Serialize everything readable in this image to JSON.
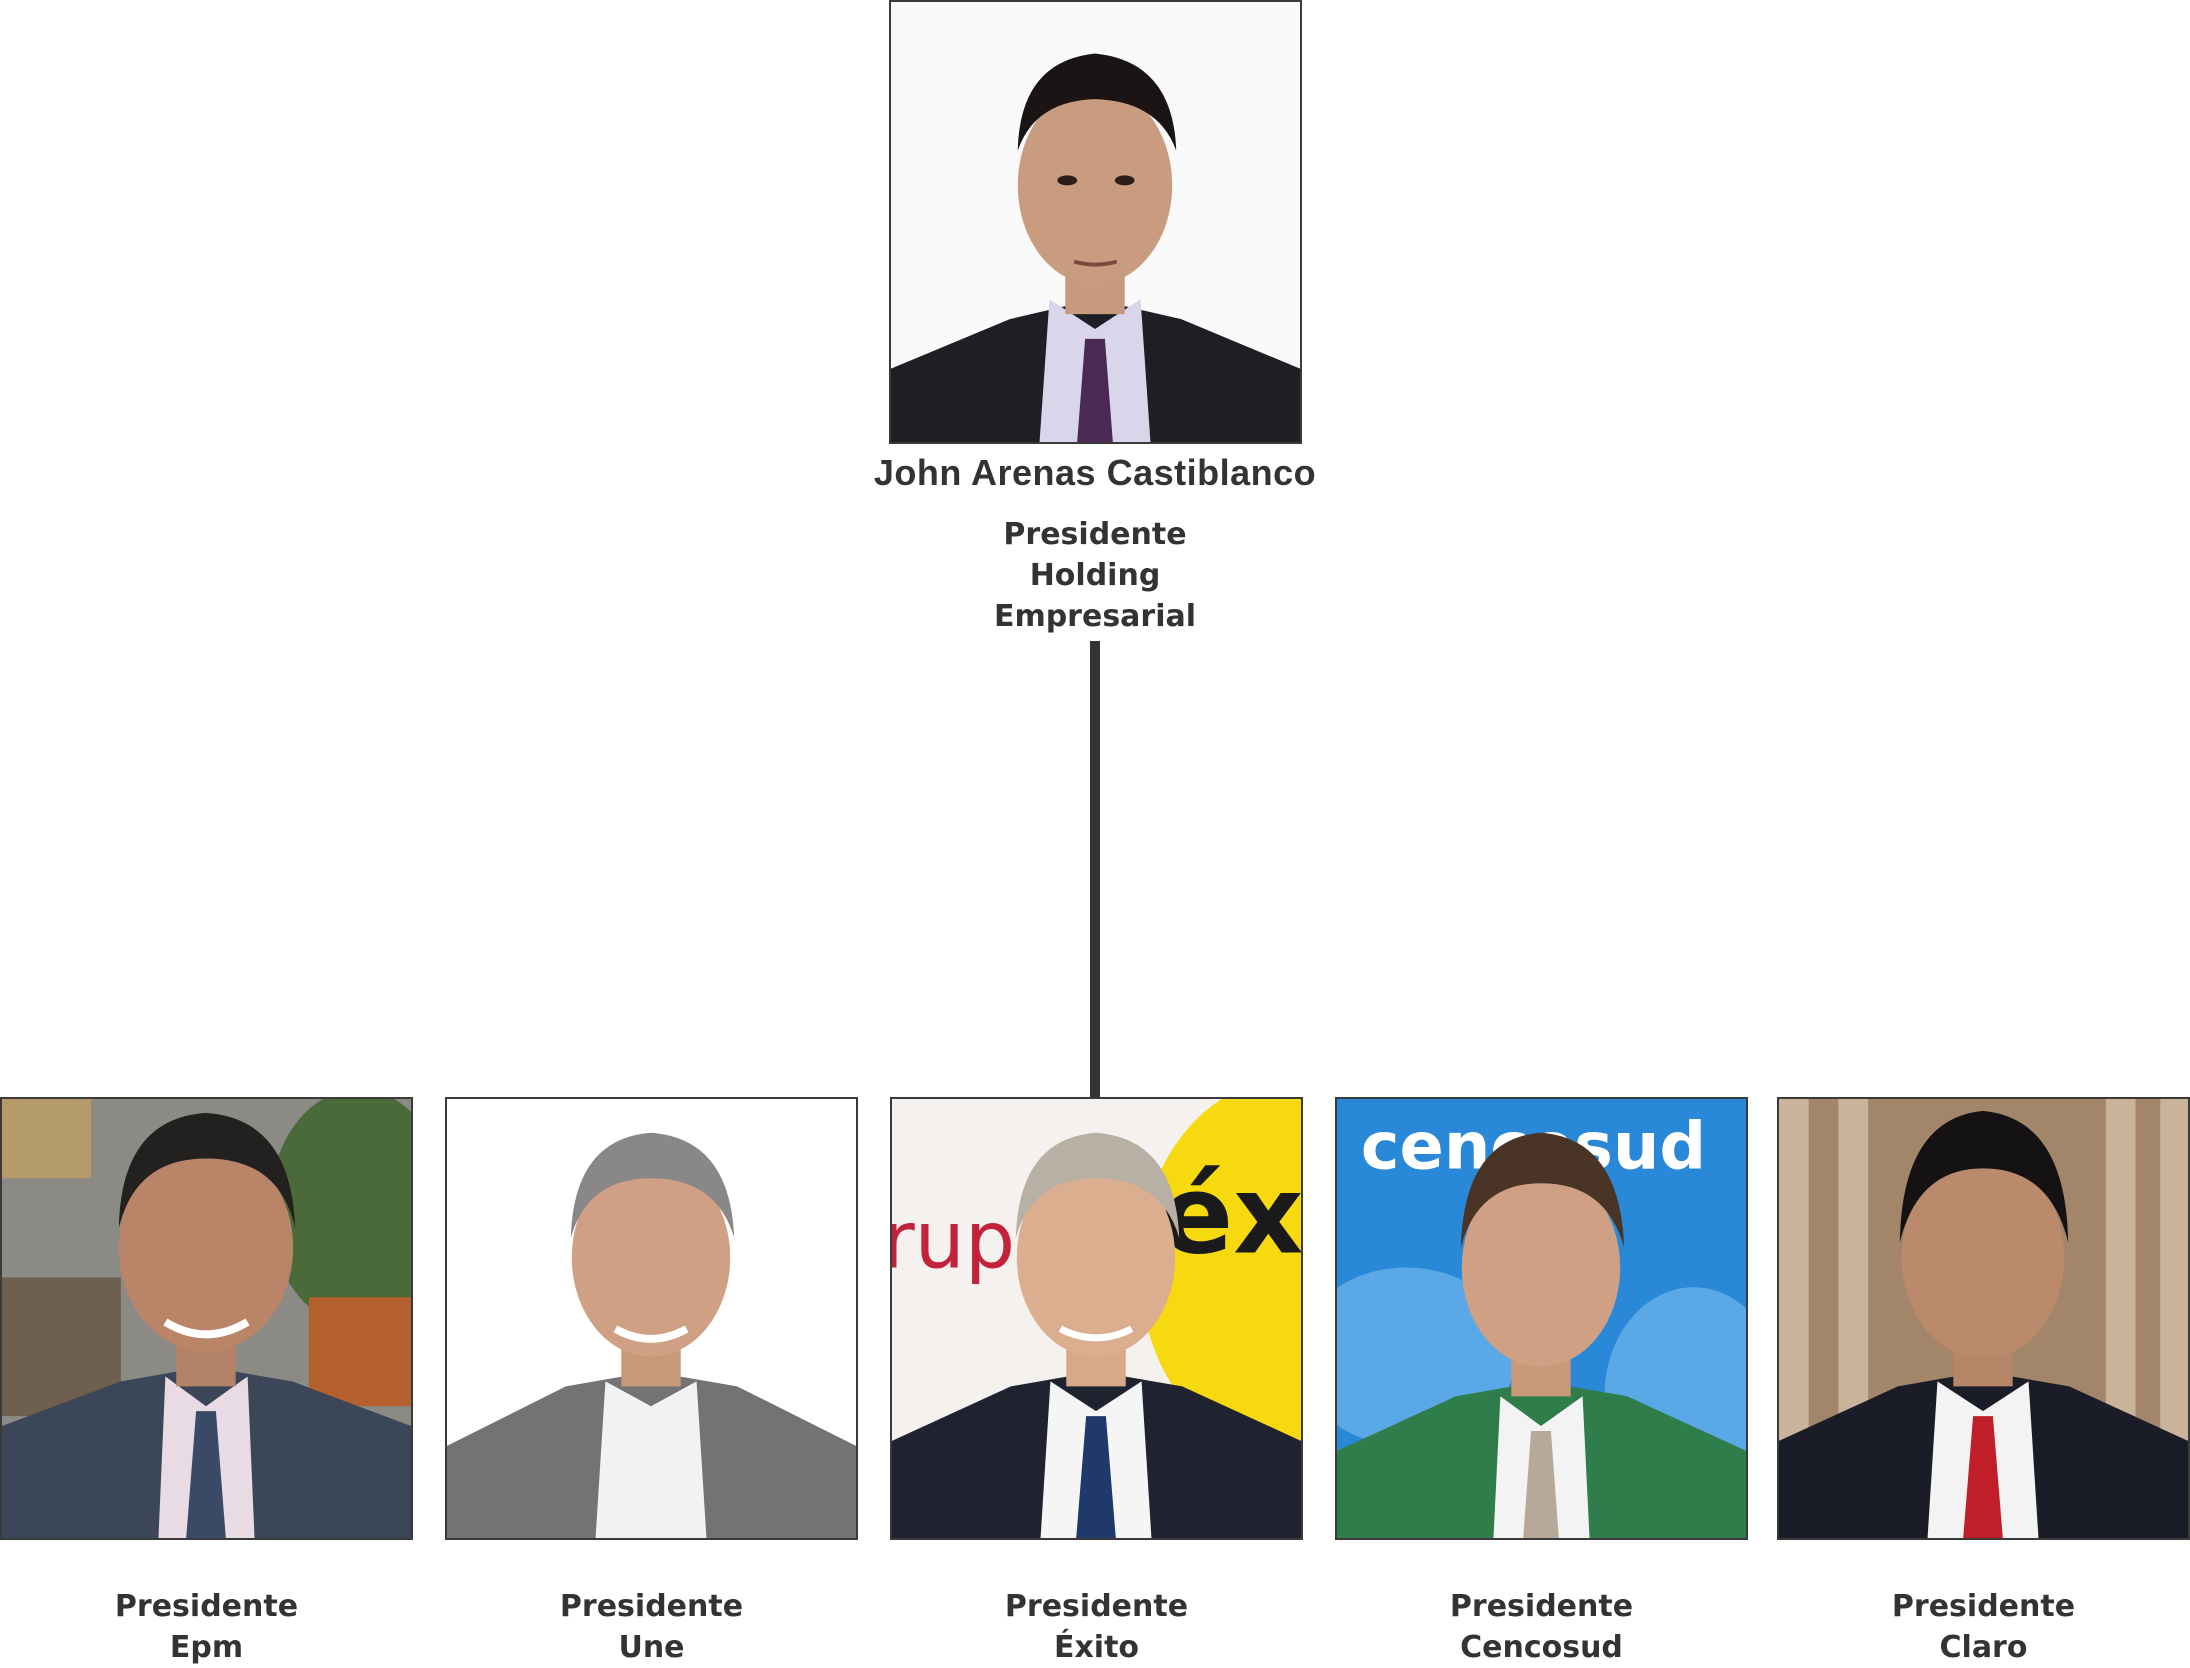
{
  "top": {
    "name": "John Arenas Castiblanco",
    "role_lines": [
      "Presidente",
      "Holding",
      "Empresarial"
    ]
  },
  "children": [
    {
      "role_lines": [
        "Presidente",
        "Epm"
      ]
    },
    {
      "role_lines": [
        "Presidente",
        "Une"
      ]
    },
    {
      "role_lines": [
        "Presidente",
        "Éxito"
      ]
    },
    {
      "role_lines": [
        "Presidente",
        "Cencosud"
      ]
    },
    {
      "role_lines": [
        "Presidente",
        "Claro"
      ]
    }
  ],
  "logos": {
    "exito_text": "éx",
    "exito_side_text": "rup",
    "cencosud_text": "cencosud"
  },
  "colors": {
    "text": "#333333",
    "line": "#333333",
    "exito_yellow": "#f7d90f",
    "cencosud_blue": "#1e7fd0"
  }
}
